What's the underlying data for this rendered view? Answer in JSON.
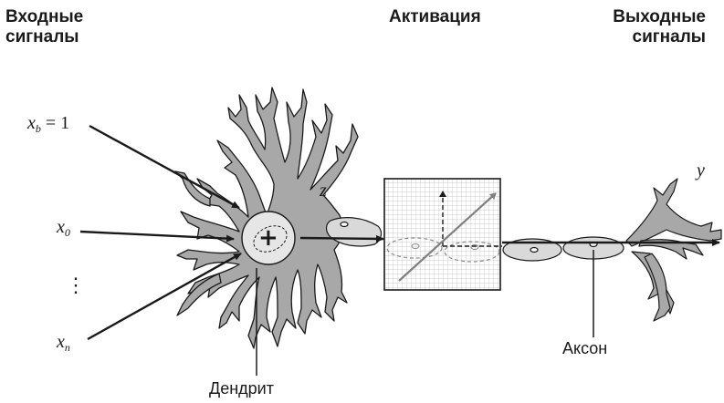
{
  "headers": {
    "inputs": [
      "Входные",
      "сигналы"
    ],
    "activation": "Активация",
    "outputs": [
      "Выходные",
      "сигналы"
    ]
  },
  "inputs": {
    "bias": {
      "var": "x",
      "sub": "b",
      "eq": "= 1"
    },
    "first": {
      "var": "x",
      "sub": "0"
    },
    "ellipsis": "⋮",
    "last": {
      "var": "x",
      "sub": "n"
    }
  },
  "labels": {
    "sum_symbol": "+",
    "z": "z",
    "y": "y",
    "dendrite": "Дендрит",
    "axon": "Аксон"
  },
  "colors": {
    "cell_fill": "#a8a8a8",
    "membrane_fill": "#d9d9d9",
    "grid_line": "#bdbdbd",
    "ink": "#1a1a1a"
  }
}
